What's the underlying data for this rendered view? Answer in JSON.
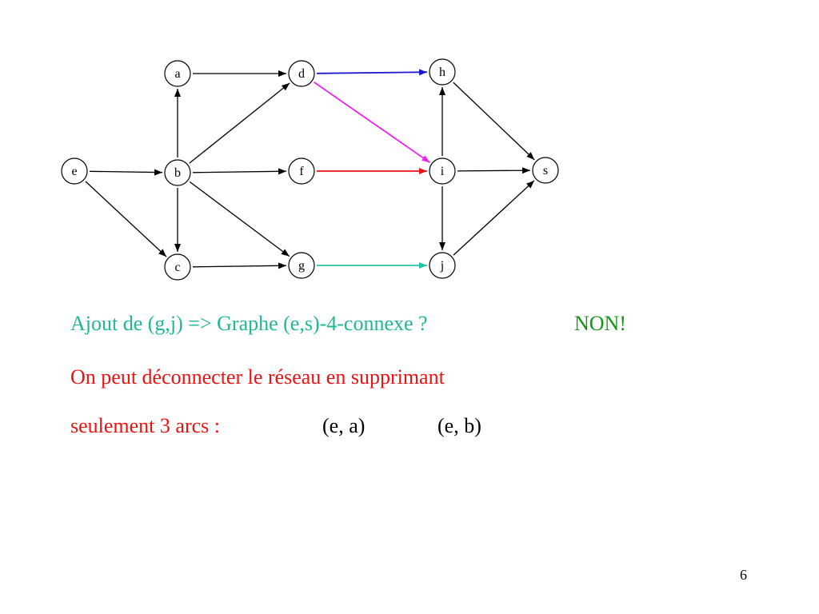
{
  "graph": {
    "nodes": [
      {
        "id": "a",
        "label": "a"
      },
      {
        "id": "d",
        "label": "d"
      },
      {
        "id": "h",
        "label": "h"
      },
      {
        "id": "e",
        "label": "e"
      },
      {
        "id": "b",
        "label": "b"
      },
      {
        "id": "f",
        "label": "f"
      },
      {
        "id": "i",
        "label": "i"
      },
      {
        "id": "s",
        "label": "s"
      },
      {
        "id": "c",
        "label": "c"
      },
      {
        "id": "g",
        "label": "g"
      },
      {
        "id": "j",
        "label": "j"
      }
    ],
    "edges": [
      {
        "from": "a",
        "to": "d",
        "color": "#000000"
      },
      {
        "from": "d",
        "to": "h",
        "color": "#1a1acc"
      },
      {
        "from": "d",
        "to": "i",
        "color": "#ee22ee"
      },
      {
        "from": "e",
        "to": "b",
        "color": "#000000"
      },
      {
        "from": "e",
        "to": "c",
        "color": "#000000"
      },
      {
        "from": "b",
        "to": "a",
        "color": "#000000"
      },
      {
        "from": "b",
        "to": "d",
        "color": "#000000"
      },
      {
        "from": "b",
        "to": "f",
        "color": "#000000"
      },
      {
        "from": "b",
        "to": "g",
        "color": "#000000"
      },
      {
        "from": "b",
        "to": "c",
        "color": "#000000"
      },
      {
        "from": "f",
        "to": "i",
        "color": "#ee1111"
      },
      {
        "from": "c",
        "to": "g",
        "color": "#000000"
      },
      {
        "from": "g",
        "to": "j",
        "color": "#22c7a0"
      },
      {
        "from": "i",
        "to": "h",
        "color": "#000000"
      },
      {
        "from": "i",
        "to": "s",
        "color": "#000000"
      },
      {
        "from": "i",
        "to": "j",
        "color": "#000000"
      },
      {
        "from": "h",
        "to": "s",
        "color": "#000000"
      },
      {
        "from": "j",
        "to": "s",
        "color": "#000000"
      }
    ]
  },
  "text": {
    "question": "Ajout de (g,j) => Graphe (e,s)-4-connexe ?",
    "answer": "NON!",
    "line1": "On peut déconnecter le réseau en supprimant",
    "line2": "seulement 3 arcs :",
    "arc1": "(e, a)",
    "arc2": "(e, b)",
    "page_number": "6"
  },
  "colors": {
    "question": "#1fb897",
    "answer": "#149414",
    "explanation": "#ee1111"
  }
}
